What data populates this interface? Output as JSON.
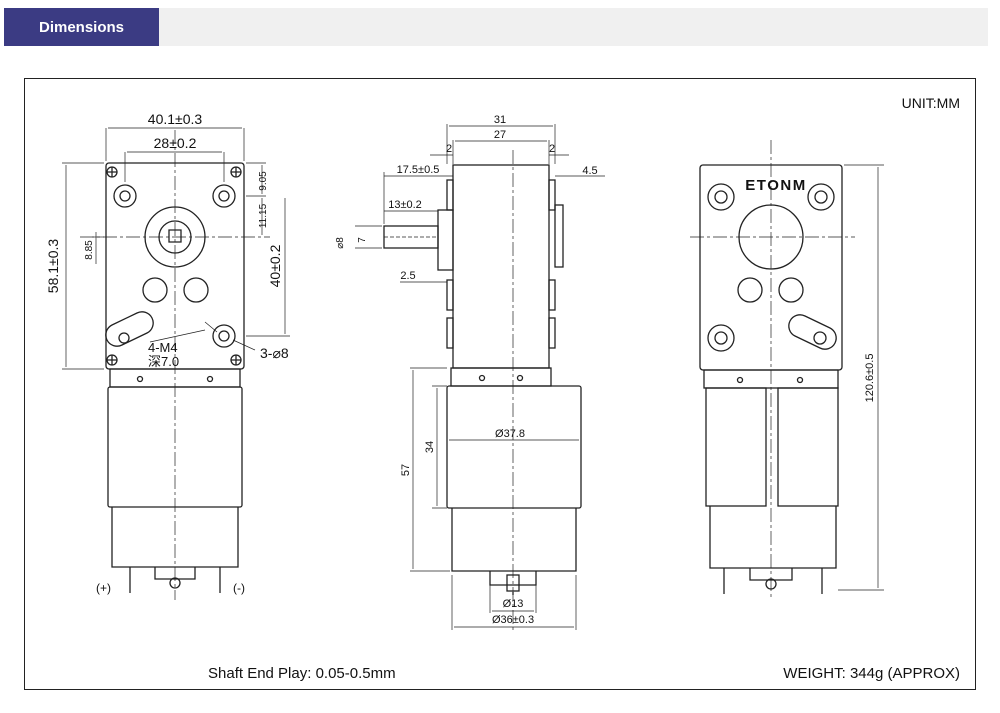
{
  "header": {
    "tab_label": "Dimensions"
  },
  "drawing": {
    "unit": "UNIT:MM",
    "footer_left": "Shaft End Play: 0.05-0.5mm",
    "footer_right": "WEIGHT: 344g (APPROX)",
    "brand": "ETONM",
    "left_view": {
      "width_total": "40.1±0.3",
      "hole_spacing": "28±0.2",
      "height_total": "58.1±0.3",
      "hole_vertical": "40±0.2",
      "dim_9_05": "9.05",
      "dim_11_15": "11.15",
      "dim_8_85": "8.85",
      "thread": "4-M4",
      "thread_depth": "深7.0",
      "holes": "3-⌀8",
      "plus": "(+)",
      "minus": "(-)"
    },
    "middle_view": {
      "top_31": "31",
      "top_27": "27",
      "top_2a": "2",
      "top_2b": "2",
      "d_17_5": "17.5±0.5",
      "d_13": "13±0.2",
      "d_4_5": "4.5",
      "shaft_dia": "⌀8",
      "shaft_flat": "7",
      "d_2_5": "2.5",
      "d_57": "57",
      "d_34": "34",
      "body_dia": "Ø37.8",
      "bottom_13": "Ø13",
      "bottom_36": "Ø36±0.3"
    },
    "right_view": {
      "height": "120.6±0.5"
    }
  }
}
